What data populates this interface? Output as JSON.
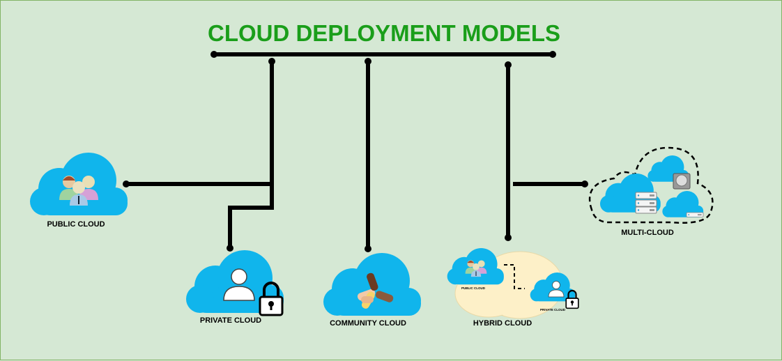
{
  "title": "CLOUD DEPLOYMENT MODELS",
  "colors": {
    "title": "#1a9e1a",
    "cloud": "#10b5ec",
    "background": "#d5e8d4",
    "hybrid_blob": "#fdf0c8",
    "connector": "#000000"
  },
  "nodes": {
    "public": {
      "label": "PUBLIC CLOUD",
      "icon": "users-group-icon"
    },
    "private": {
      "label": "PRIVATE CLOUD",
      "icon": "user-lock-icon"
    },
    "community": {
      "label": "COMMUNITY CLOUD",
      "icon": "joined-hands-icon"
    },
    "hybrid": {
      "label": "HYBRID CLOUD",
      "public_label": "PUBLIC CLOUD",
      "private_label": "PRIVATE CLOUD"
    },
    "multi": {
      "label": "MULTI-CLOUD",
      "icon": "servers-icon"
    }
  }
}
